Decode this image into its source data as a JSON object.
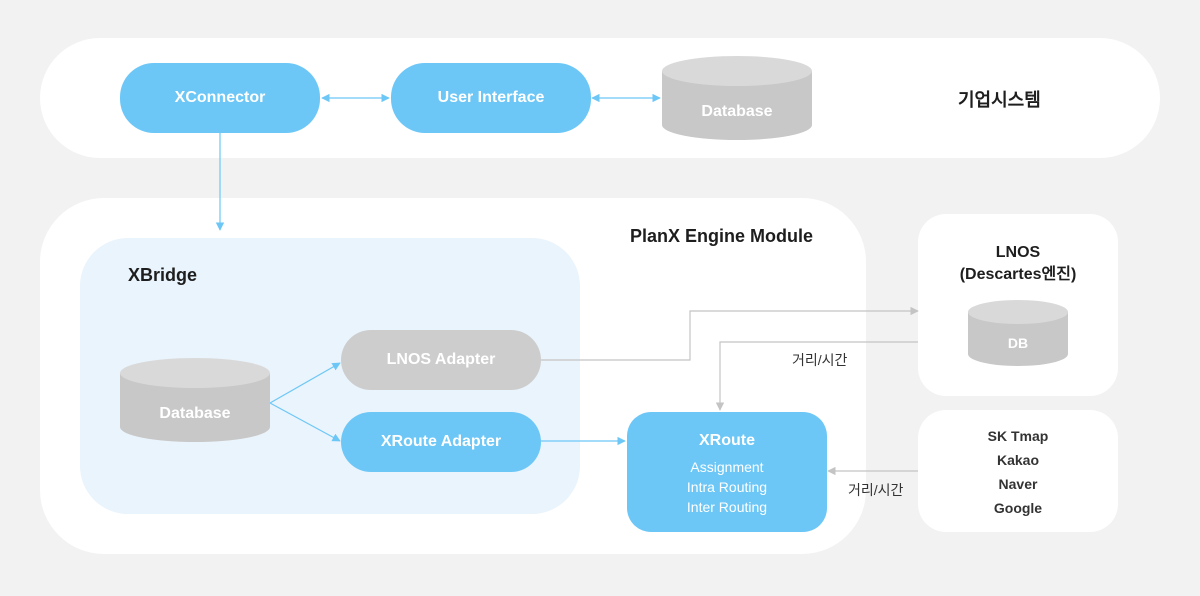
{
  "enterprise": {
    "xconnector": "XConnector",
    "user_interface": "User Interface",
    "database": "Database",
    "title": "기업시스템"
  },
  "engine": {
    "title": "PlanX Engine Module",
    "xbridge": {
      "title": "XBridge",
      "database": "Database",
      "lnos_adapter": "LNOS Adapter",
      "xroute_adapter": "XRoute Adapter"
    },
    "xroute": {
      "title": "XRoute",
      "lines": [
        "Assignment",
        "Intra Routing",
        "Inter Routing"
      ]
    }
  },
  "lnos": {
    "title_line1": "LNOS",
    "title_line2": "(Descartes엔진)",
    "db": "DB"
  },
  "providers": [
    "SK Tmap",
    "Kakao",
    "Naver",
    "Google"
  ],
  "edge_labels": {
    "lnos_to_xroute": "거리/시간",
    "providers_to_xroute": "거리/시간"
  },
  "colors": {
    "accent_blue": "#6cc7f7",
    "gray": "#cdcdcd",
    "xbridge_bg": "#eaf4fc",
    "arrow_gray": "#c4c4c4"
  }
}
